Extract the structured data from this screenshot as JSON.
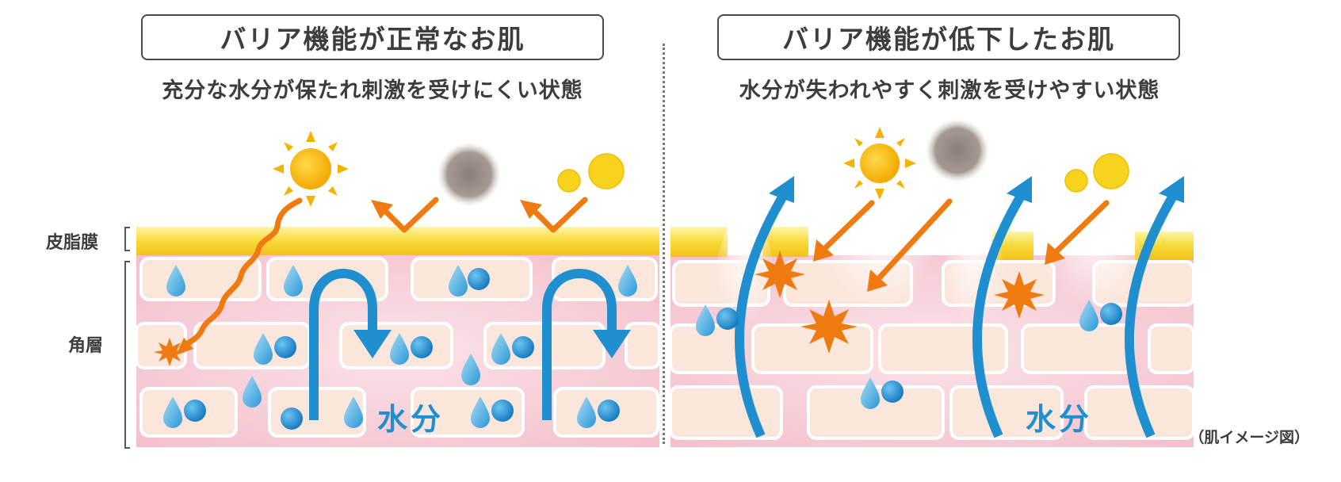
{
  "left_panel": {
    "title": "バリア機能が正常なお肌",
    "subtitle": "充分な水分が保たれ刺激を受けにくい状態",
    "water_label": "水分"
  },
  "right_panel": {
    "title": "バリア機能が低下したお肌",
    "subtitle": "水分が失われやすく刺激を受けやすい状態",
    "water_label": "水分"
  },
  "layers": {
    "sebum_film": "皮脂膜",
    "stratum_corneum": "角層"
  },
  "caption": "（肌イメージ図）",
  "icons": [
    "sun-icon",
    "pollution-cloud-icon",
    "pollen-icon",
    "water-drop-icon",
    "moisture-arrow-icon",
    "irritation-burst-icon"
  ],
  "colors": {
    "sebum": "#f7d21e",
    "skin": "#f6c9d2",
    "cell": "#fbe1d5",
    "water": "#1f8fd0",
    "irritant": "#ee7a10",
    "sun": "#f5b300"
  }
}
